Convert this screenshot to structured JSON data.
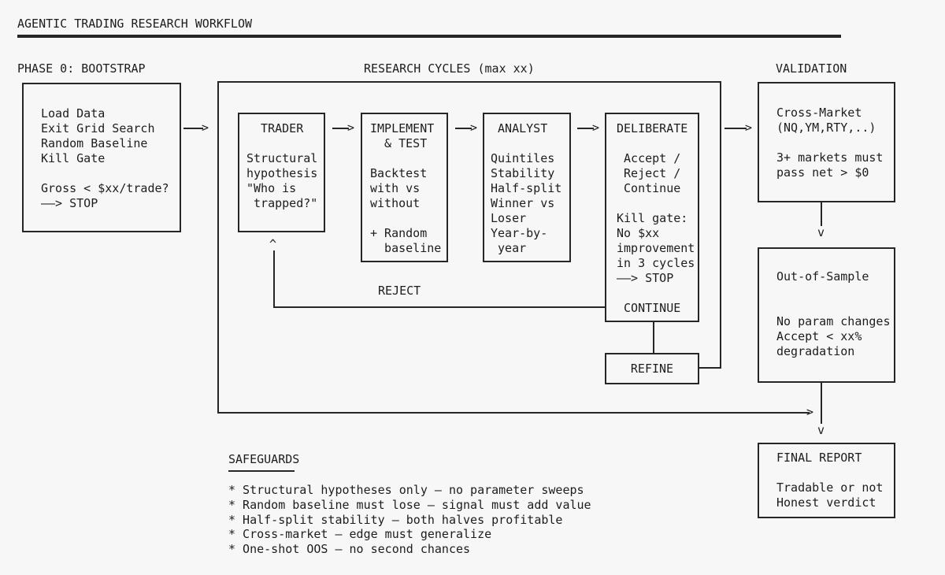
{
  "title": "AGENTIC TRADING RESEARCH WORKFLOW",
  "sections": {
    "phase0": "PHASE 0: BOOTSTRAP",
    "cycles": "RESEARCH CYCLES (max xx)",
    "validation": "VALIDATION"
  },
  "boxes": {
    "bootstrap": "Load Data\nExit Grid Search\nRandom Baseline\nKill Gate\n\nGross < $xx/trade?\n——> STOP",
    "trader": "  TRADER\n\nStructural\nhypothesis\n\"Who is\n trapped?\"",
    "implement": "IMPLEMENT\n  & TEST\n\nBacktest\nwith vs\nwithout\n\n+ Random\n  baseline",
    "analyst": " ANALYST\n\nQuintiles\nStability\nHalf-split\nWinner vs\nLoser\nYear-by-\n year",
    "deliberate": "DELIBERATE\n\n Accept /\n Reject /\n Continue\n\nKill gate:\nNo $xx\nimprovement\nin 3 cycles\n——> STOP\n\n CONTINUE",
    "refine": "REFINE",
    "validation": "Cross-Market\n(NQ,YM,RTY,..)\n\n3+ markets must\npass net > $0",
    "oos": "Out-of-Sample\n\n\nNo param changes\nAccept < xx%\ndegradation",
    "final": "FINAL REPORT\n\nTradable or not\nHonest verdict"
  },
  "connector_labels": {
    "reject": "REJECT"
  },
  "glyphs": {
    "right": ">",
    "down": "v",
    "up": "^"
  },
  "safeguards": {
    "heading": "SAFEGUARDS",
    "items": [
      "* Structural hypotheses only — no parameter sweeps",
      "* Random baseline must lose — signal must add value",
      "* Half-split stability — both halves profitable",
      "* Cross-market — edge must generalize",
      "* One-shot OOS — no second chances"
    ]
  },
  "colors": {
    "background": "#f7f7f7",
    "ink": "#1d1d1d",
    "border": "#262626"
  }
}
